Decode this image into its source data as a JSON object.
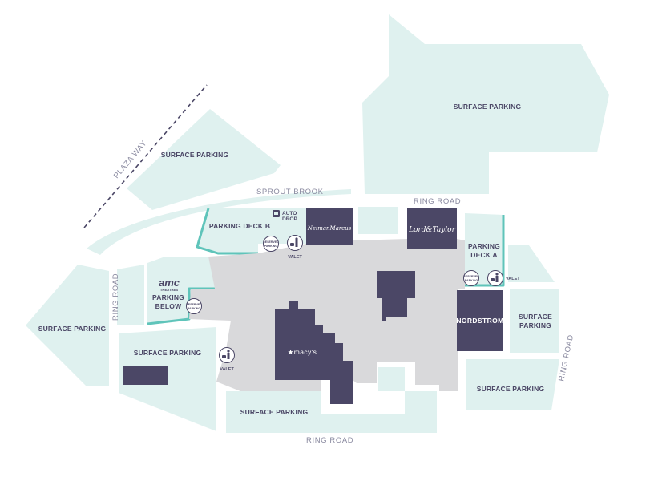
{
  "map": {
    "roads": {
      "plaza_way": "PLAZA WAY",
      "sprout_brook": "SPROUT BROOK",
      "ring_road_top": "RING ROAD",
      "ring_road_left": "RING ROAD",
      "ring_road_right": "RING ROAD",
      "ring_road_bottom": "RING ROAD"
    },
    "parking": {
      "surface_top_right": "SURFACE PARKING",
      "surface_top_left": "SURFACE PARKING",
      "surface_far_left": "SURFACE PARKING",
      "surface_left": "SURFACE PARKING",
      "surface_bottom": "SURFACE PARKING",
      "surface_bottom_right": "SURFACE PARKING",
      "surface_right_line1": "SURFACE",
      "surface_right_line2": "PARKING",
      "deck_b": "PARKING DECK B",
      "deck_a_line1": "PARKING",
      "deck_a_line2": "DECK A",
      "below_line1": "PARKING",
      "below_line2": "BELOW"
    },
    "anchors": {
      "neiman_marcus": "NeimanMarcus",
      "lord_taylor": "Lord&Taylor",
      "nordstrom": "NORDSTROM",
      "macys": "★macy's"
    },
    "amenities": {
      "amc_line1": "amc",
      "amc_line2": "THEATRES",
      "auto_drop_line1": "AUTO",
      "auto_drop_line2": "DROP",
      "reserved_line1": "RESERVED",
      "reserved_line2": "PARKING",
      "valet": "VALET"
    },
    "colors": {
      "parking": "#dff1ef",
      "mall": "#d9d9db",
      "anchor_store": "#4b4766",
      "deck_outline": "#5fc4ba",
      "road_text": "#8a8aa0"
    }
  }
}
